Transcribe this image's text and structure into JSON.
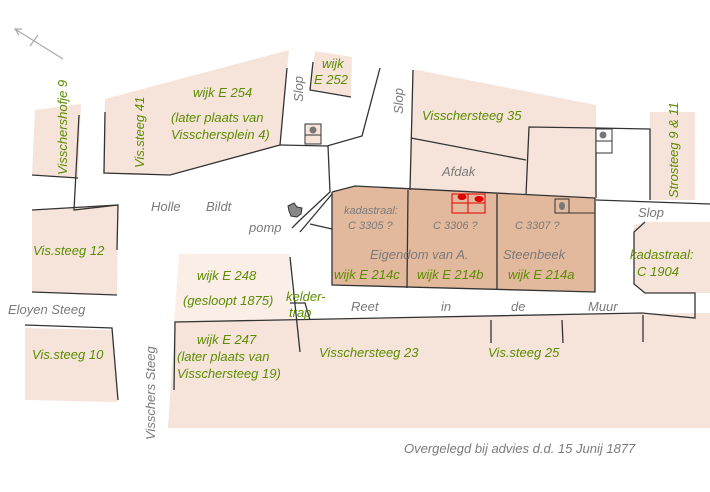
{
  "colors": {
    "parcel": "#f6e4da",
    "owned_parcel": "#e3b99d",
    "label_green": "#5b8c00",
    "label_gray": "#7a7a7a",
    "marker": "#e00000"
  },
  "labels": {
    "visschershofje": "Visschershofje 9",
    "vissteeg41": "Vis.steeg 41",
    "e254": "wijk E 254",
    "e254_note1": "(later plaats van",
    "e254_note2": "Visschersplein 4)",
    "e252_1": "wijk",
    "e252_2": "E 252",
    "slop1": "Slop",
    "slop2": "Slop",
    "slop3": "Slop",
    "visschersteeg35": "Visschersteeg 35",
    "afdak": "Afdak",
    "strosteeg": "Strosteeg 9 & 11",
    "holle": "Holle",
    "bildt": "Bildt",
    "pomp": "pomp",
    "kad3305_1": "kadastraal:",
    "kad3305_2": "C 3305 ?",
    "kad3306": "C 3306 ?",
    "kad3307": "C 3307 ?",
    "eigendom": "Eigendom  van  A.",
    "steenbeek": "Steenbeek",
    "e214c": "wijk E 214c",
    "e214b": "wijk E 214b",
    "e214a": "wijk E 214a",
    "kad1904_1": "kadastraal:",
    "kad1904_2": "C 1904",
    "vissteeg12": "Vis.steeg 12",
    "e248": "wijk E 248",
    "e248_note": "(gesloopt 1875)",
    "kelder1": "kelder-",
    "kelder2": "trap",
    "reet": "Reet",
    "in": "in",
    "de": "de",
    "muur": "Muur",
    "eloyen": "Eloyen Steeg",
    "vissteeg10": "Vis.steeg 10",
    "visschers_steeg": "Visschers Steeg",
    "e247": "wijk E 247",
    "e247_note1": "(later plaats van",
    "e247_note2": "Visschersteeg 19)",
    "visschersteeg23": "Visschersteeg 23",
    "vissteeg25": "Vis.steeg 25",
    "caption": "Overgelegd bij advies d.d. 15 Junij 1877"
  }
}
